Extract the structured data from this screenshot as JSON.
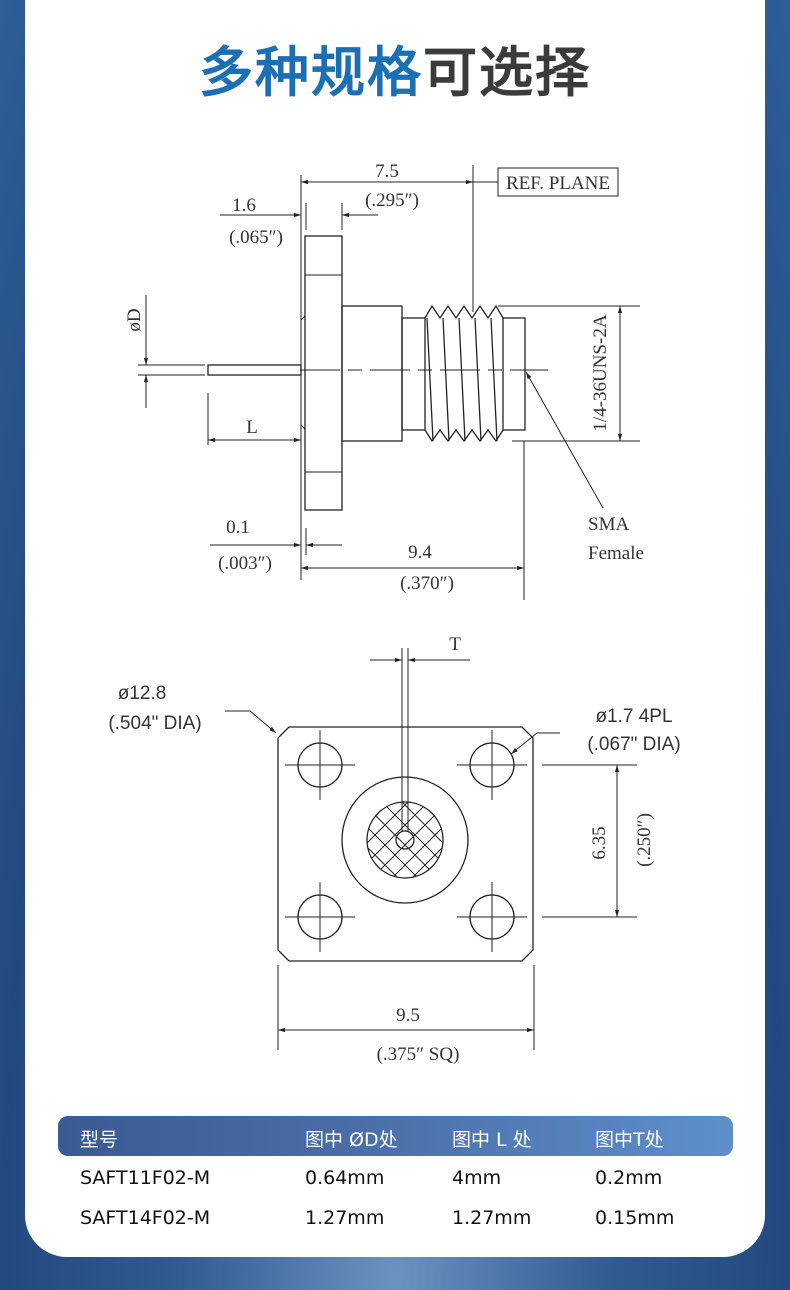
{
  "title": {
    "highlight": "多种规格",
    "rest": "可选择"
  },
  "side_view": {
    "dim_7_5": "7.5",
    "dim_7_5_in": "(.295″)",
    "ref_plane": "REF. PLANE",
    "dim_1_6": "1.6",
    "dim_1_6_in": "(.065″)",
    "phi_d": "øD",
    "l_label": "L",
    "dim_0_1": "0.1",
    "dim_0_1_in": "(.003″)",
    "dim_9_4": "9.4",
    "dim_9_4_in": "(.370″)",
    "thread": "1/4-36UNS-2A",
    "sma": "SMA",
    "female": "Female"
  },
  "front_view": {
    "t_label": "T",
    "dia_12_8": "ø12.8",
    "dia_12_8_in": "(.504\"  DIA)",
    "dia_1_7": "ø1.7  4PL",
    "dia_1_7_in": "(.067\"  DIA)",
    "dim_6_35": "6.35",
    "dim_6_35_in": "(.250″)",
    "dim_9_5": "9.5",
    "dim_9_5_in": "(.375″   SQ)"
  },
  "table": {
    "headers": [
      "型号",
      "图中 ØD处",
      "图中 L 处",
      "图中T处"
    ],
    "rows": [
      [
        "SAFT11F02-M",
        "0.64mm",
        "4mm",
        "0.2mm"
      ],
      [
        "SAFT14F02-M",
        "1.27mm",
        "1.27mm",
        "0.15mm"
      ]
    ]
  },
  "colors": {
    "title_blue": "#1b6fb5",
    "title_gray": "#3b3b3b",
    "header_start": "#3a5a92",
    "header_end": "#5e8fcb"
  }
}
